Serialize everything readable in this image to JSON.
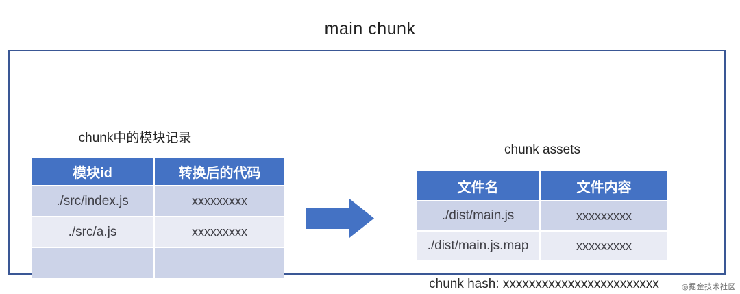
{
  "title": "main chunk",
  "left_panel": {
    "label": "chunk中的模块记录",
    "headers": [
      "模块id",
      "转换后的代码"
    ],
    "rows": [
      {
        "id": "./src/index.js",
        "code": "xxxxxxxxx"
      },
      {
        "id": "./src/a.js",
        "code": "xxxxxxxxx"
      },
      {
        "id": "",
        "code": ""
      }
    ]
  },
  "arrow": {
    "direction": "right",
    "color": "#4472c4"
  },
  "right_panel": {
    "label": "chunk assets",
    "headers": [
      "文件名",
      "文件内容"
    ],
    "rows": [
      {
        "file": "./dist/main.js",
        "content": "xxxxxxxxx"
      },
      {
        "file": "./dist/main.js.map",
        "content": "xxxxxxxxx"
      }
    ],
    "hash_line": "chunk hash: xxxxxxxxxxxxxxxxxxxxxxxx"
  },
  "watermark": "◎掘金技术社区",
  "colors": {
    "header_bg": "#4472c4",
    "row_dark": "#ccd3e8",
    "row_light": "#e9ebf4",
    "box_border": "#3a5795",
    "arrow": "#4472c4"
  }
}
